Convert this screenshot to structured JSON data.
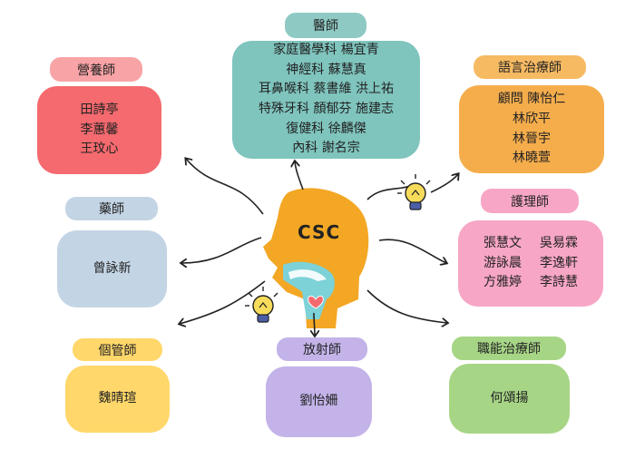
{
  "center": {
    "label": "CSC"
  },
  "colors": {
    "red": "#f46a6e",
    "red_light": "#f8a3a6",
    "teal": "#7fc4bd",
    "teal_light": "#8ec9c3",
    "orange": "#f5ad4c",
    "orange_light": "#f6ba62",
    "blue": "#c3d4e4",
    "pink": "#f7a6c6",
    "yellow": "#ffd76a",
    "purple": "#c3b3e9",
    "green": "#a7d586",
    "head": "#f3a724"
  },
  "groups": {
    "doctors": {
      "title": "醫師",
      "members": [
        "家庭醫學科 楊宜青",
        "神經科 蘇慧真",
        "耳鼻喉科 蔡書維 洪上祐",
        "特殊牙科 顏郁芬 施建志",
        "復健科 徐麟傑",
        "內科 謝名宗"
      ]
    },
    "nutrition": {
      "title": "營養師",
      "members": [
        "田詩亭",
        "李蕙馨",
        "王玟心"
      ]
    },
    "speech": {
      "title": "語言治療師",
      "members": [
        "顧問 陳怡仁",
        "林欣平",
        "林晉宇",
        "林曉萱"
      ]
    },
    "pharmacy": {
      "title": "藥師",
      "members": [
        "曾詠新"
      ]
    },
    "nursing": {
      "title": "護理師",
      "members": [
        [
          "張慧文",
          "吳易霖"
        ],
        [
          "游詠晨",
          "李逸軒"
        ],
        [
          "方雅婷",
          "李詩慧"
        ]
      ]
    },
    "case_manager": {
      "title": "個管師",
      "members": [
        "魏晴瑄"
      ]
    },
    "radiology": {
      "title": "放射師",
      "members": [
        "劉怡姍"
      ]
    },
    "occupational": {
      "title": "職能治療師",
      "members": [
        "何頌揚"
      ]
    }
  }
}
